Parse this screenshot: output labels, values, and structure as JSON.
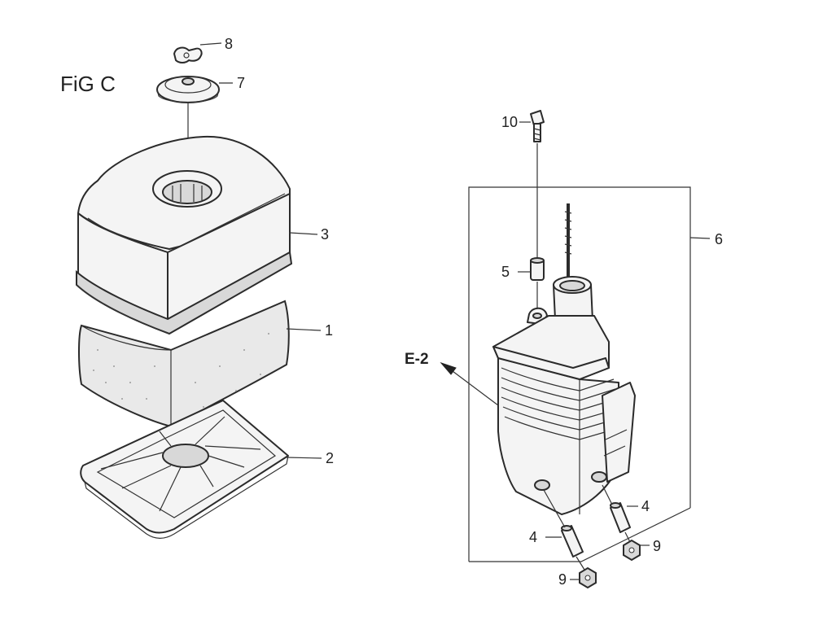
{
  "figure": {
    "title": "FiG C"
  },
  "callouts": {
    "p1": "1",
    "p2": "2",
    "p3": "3",
    "p4a": "4",
    "p4b": "4",
    "p5": "5",
    "p6": "6",
    "p7": "7",
    "p8": "8",
    "p9a": "9",
    "p9b": "9",
    "p10": "10"
  },
  "reference": {
    "label": "E-2"
  }
}
